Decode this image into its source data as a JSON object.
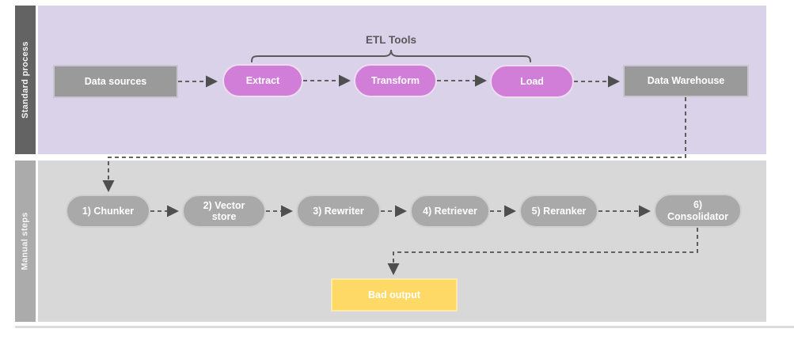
{
  "diagram": {
    "lanes": {
      "standard_process": {
        "label": "Standard process"
      },
      "manual_steps": {
        "label": "Manual steps"
      }
    },
    "group_label": "ETL Tools",
    "nodes": {
      "data_sources": {
        "label": "Data sources"
      },
      "extract": {
        "label": "Extract"
      },
      "transform": {
        "label": "Transform"
      },
      "load": {
        "label": "Load"
      },
      "data_warehouse": {
        "label": "Data Warehouse"
      },
      "chunker": {
        "label": "1) Chunker"
      },
      "vector_store": {
        "label": "2) Vector store"
      },
      "rewriter": {
        "label": "3) Rewriter"
      },
      "retriever": {
        "label": "4) Retriever"
      },
      "reranker": {
        "label": "5) Reranker"
      },
      "consolidator": {
        "label": "6) Consolidator"
      },
      "bad_output": {
        "label": "Bad output"
      }
    },
    "colors": {
      "lane_standard_bg": "#d9d2e9",
      "lane_manual_bg": "#d8d8d8",
      "lane_standard_bar": "#636363",
      "lane_manual_bar": "#ababab",
      "node_magenta": "#d07ed8",
      "node_gray_box": "#9a9a9a",
      "node_gray_pill": "#a9a9a9",
      "node_yellow": "#ffd966",
      "connector": "#4f4f4f",
      "node_text": "#ffffff",
      "group_label_text": "#595959"
    }
  }
}
